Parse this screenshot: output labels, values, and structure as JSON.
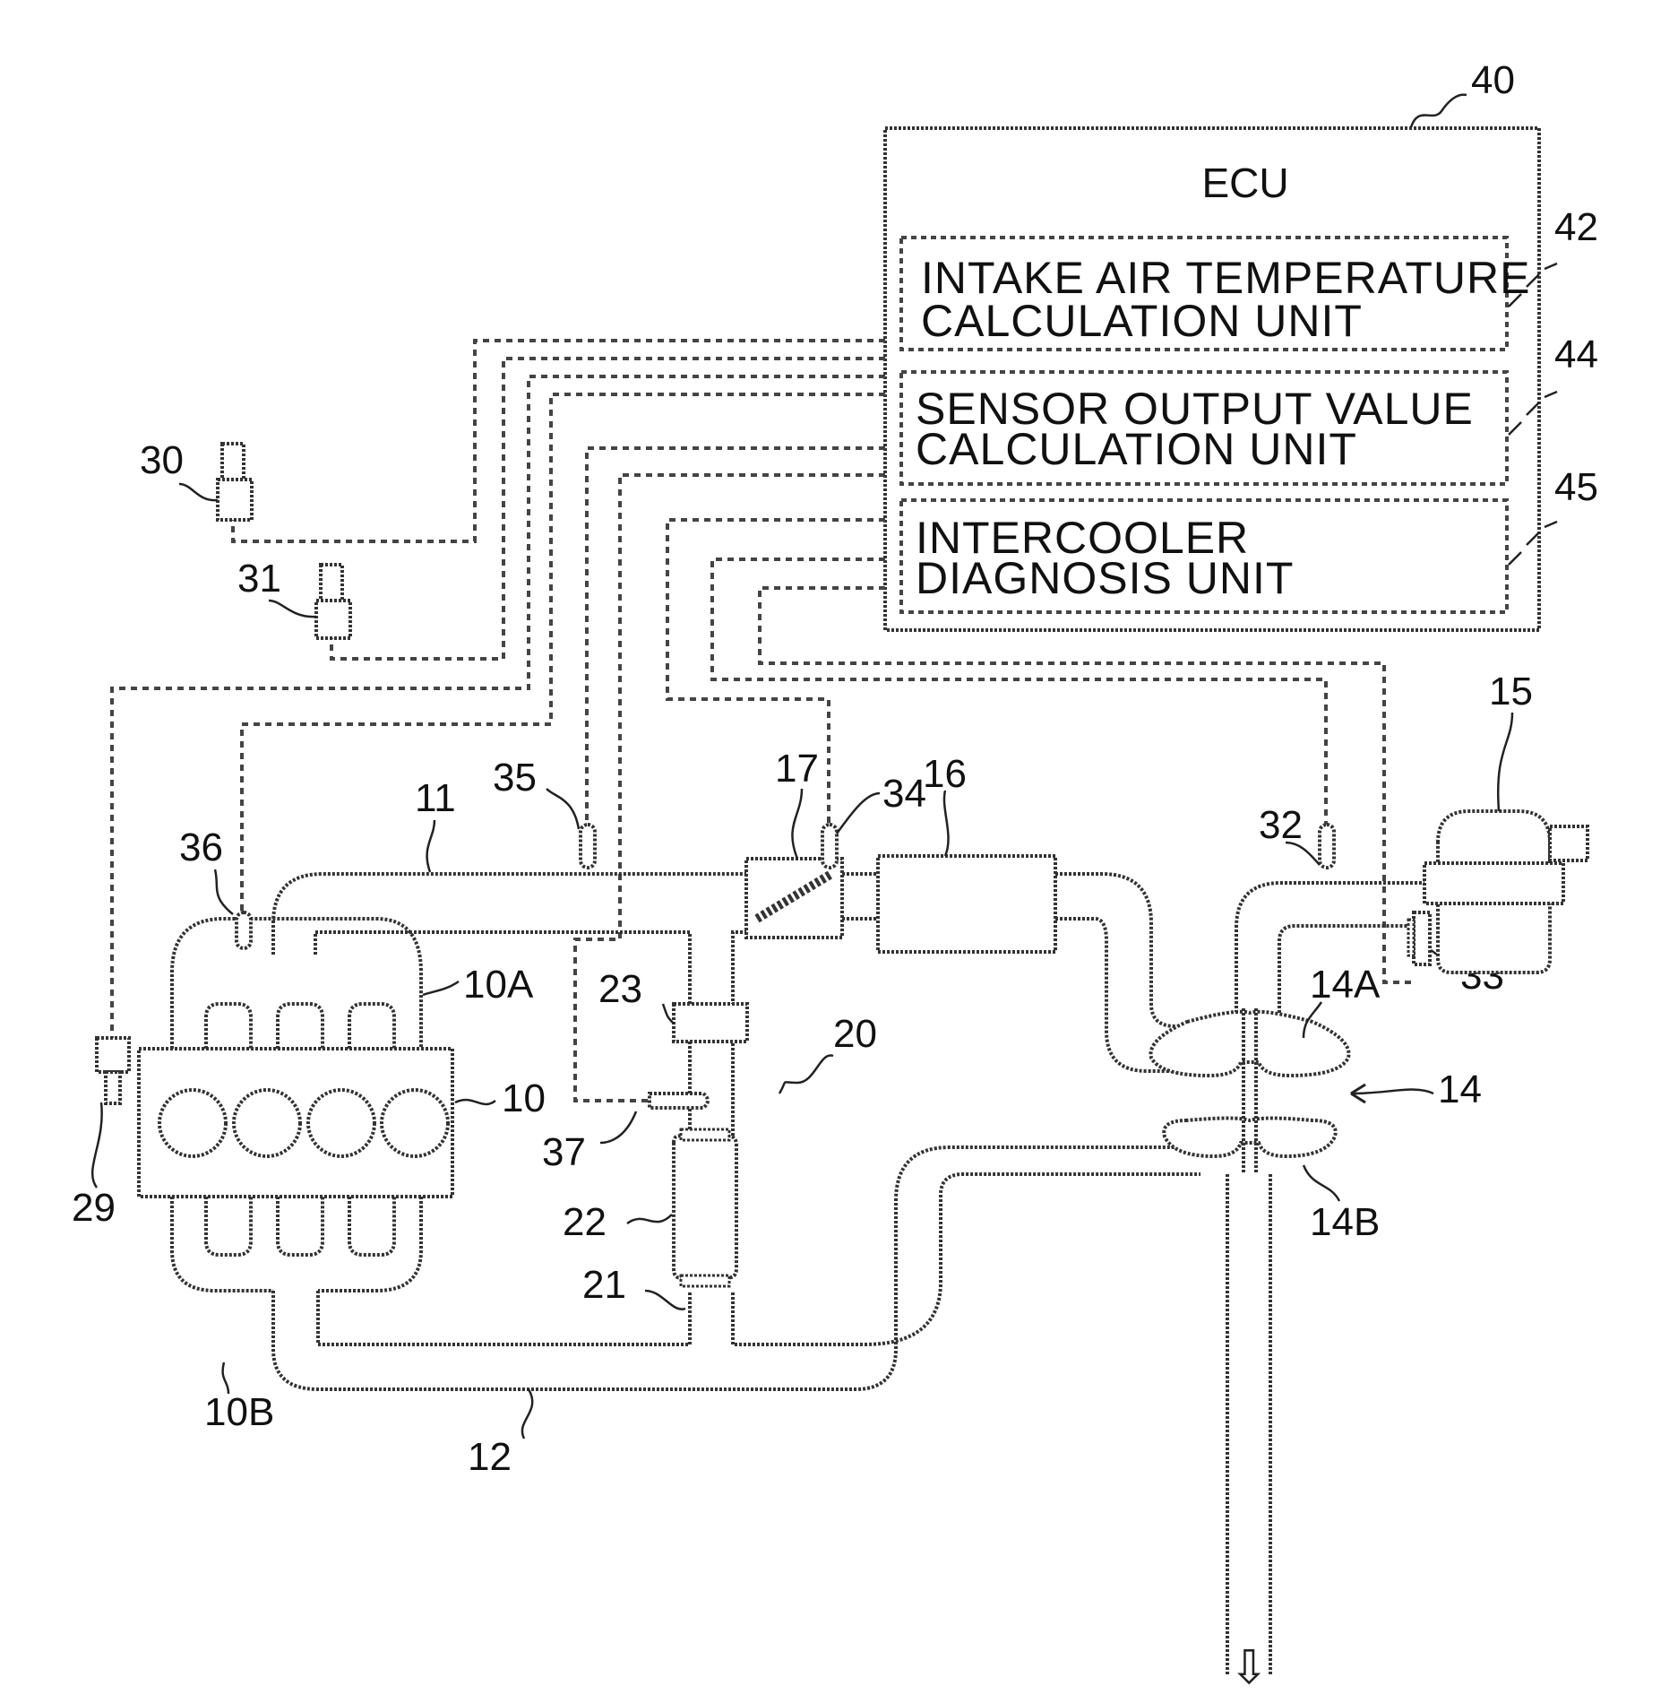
{
  "ecu": {
    "ref": "40",
    "title": "ECU",
    "units": [
      {
        "ref": "42",
        "line1": "INTAKE AIR TEMPERATURE",
        "line2": "CALCULATION UNIT"
      },
      {
        "ref": "44",
        "line1": "SENSOR OUTPUT VALUE",
        "line2": "CALCULATION UNIT"
      },
      {
        "ref": "45",
        "line1": "INTERCOOLER",
        "line2": "DIAGNOSIS UNIT"
      }
    ]
  },
  "labels": {
    "engine": "10",
    "intake_manifold": "10A",
    "exhaust_manifold": "10B",
    "intake_passage": "11",
    "exhaust_passage": "12",
    "turbocharger": "14",
    "compressor": "14A",
    "turbine": "14B",
    "air_cleaner": "15",
    "intercooler": "16",
    "throttle_valve": "17",
    "egr_device": "20",
    "egr_passage": "21",
    "egr_cooler": "22",
    "egr_valve": "23",
    "sensor_29": "29",
    "sensor_30": "30",
    "sensor_31": "31",
    "sensor_32": "32",
    "sensor_33": "33",
    "sensor_34": "34",
    "sensor_35": "35",
    "sensor_36": "36",
    "sensor_37": "37"
  },
  "exhaust_arrow": "⇩"
}
